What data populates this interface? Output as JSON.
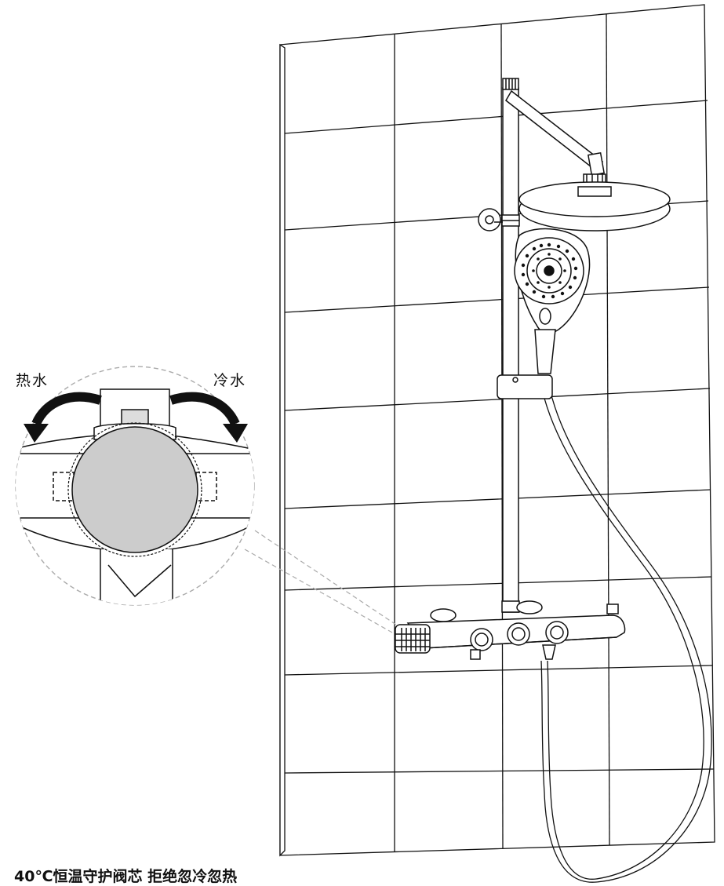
{
  "labels": {
    "hot_water": "热水",
    "cold_water": "冷水"
  },
  "caption": "40℃恒温守护阀芯 拒绝忽冷忽热",
  "icons": {
    "hot_arrow": "curved-arrow-left-icon",
    "cold_arrow": "curved-arrow-right-icon"
  },
  "colors": {
    "line": "#111111",
    "valve_fill": "#cccccc",
    "callout": "#aaaaaa"
  }
}
